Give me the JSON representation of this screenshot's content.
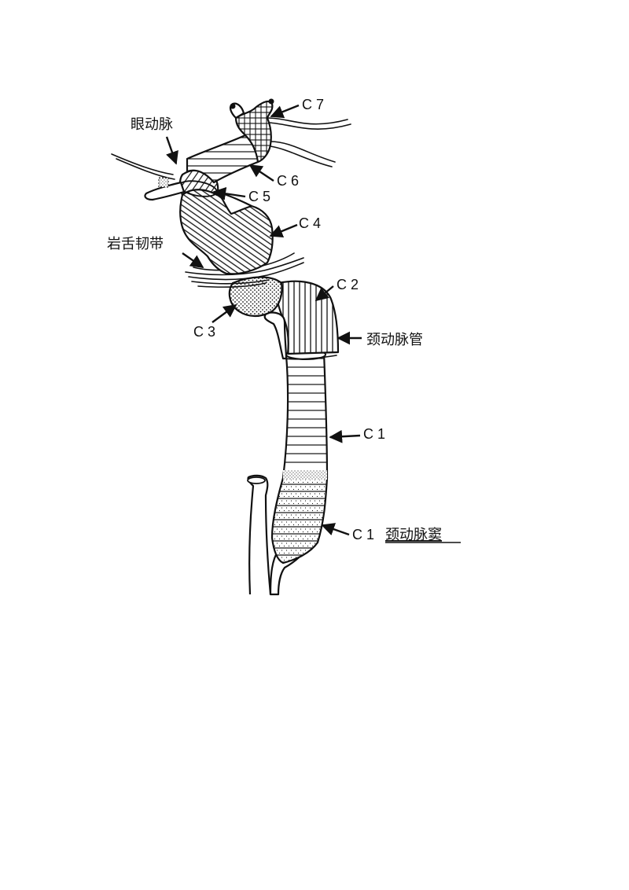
{
  "diagram": {
    "labels": {
      "c7": "C 7",
      "c6": "C 6",
      "c5": "C 5",
      "c4": "C 4",
      "c3": "C 3",
      "c2": "C 2",
      "c1_upper": "C 1",
      "c1_lower": "C 1",
      "ophthalmic_artery": "眼动脉",
      "petrolingual_ligament": "岩舌韧带",
      "carotid_canal": "颈动脉管",
      "carotid_sinus": "颈动脉窦"
    },
    "colors": {
      "ink": "#111111",
      "paper": "#ffffff"
    }
  }
}
